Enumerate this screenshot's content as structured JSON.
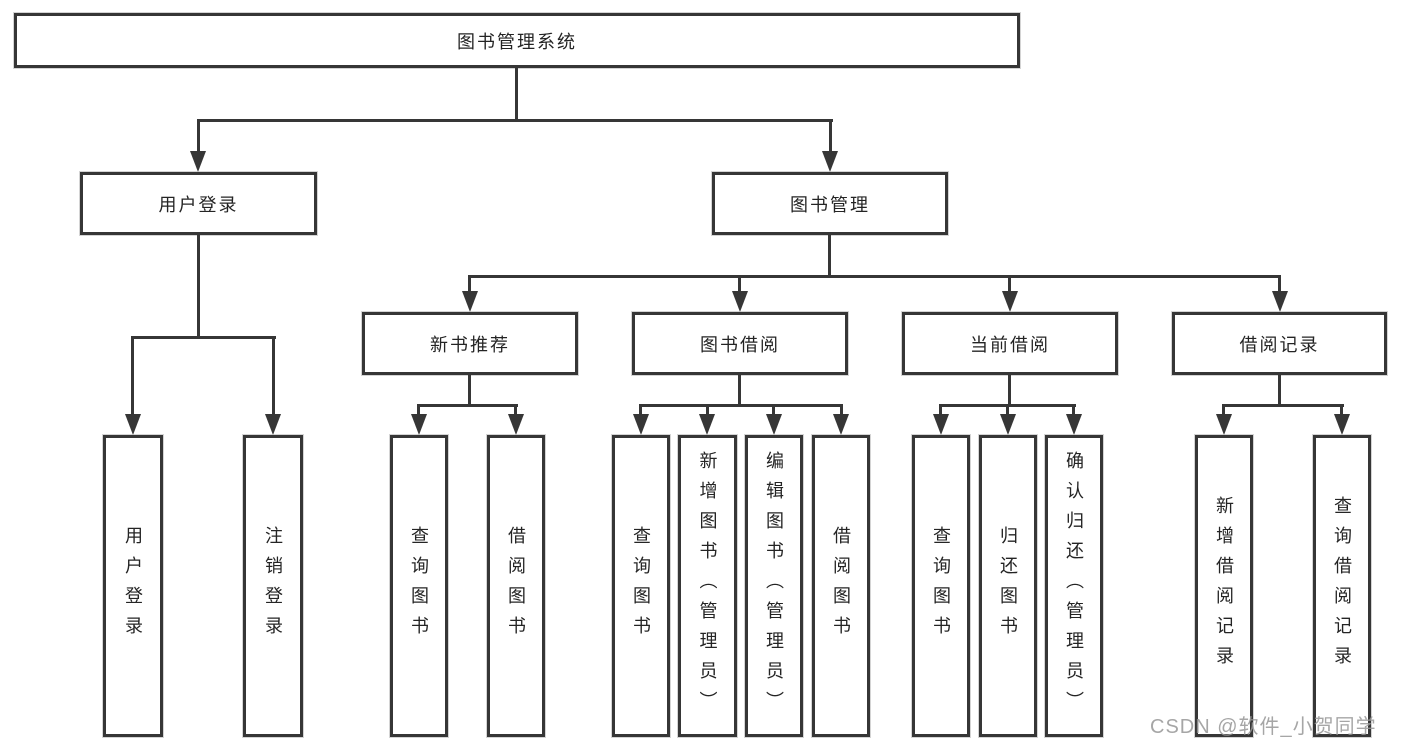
{
  "diagram_type": "hierarchy-tree",
  "tree": {
    "root": {
      "label": "图书管理系统",
      "children": [
        {
          "label": "用户登录",
          "children": [
            {
              "label": "用户登录"
            },
            {
              "label": "注销登录"
            }
          ]
        },
        {
          "label": "图书管理",
          "children": [
            {
              "label": "新书推荐",
              "children": [
                {
                  "label": "查询图书"
                },
                {
                  "label": "借阅图书"
                }
              ]
            },
            {
              "label": "图书借阅",
              "children": [
                {
                  "label": "查询图书"
                },
                {
                  "label": "新增图书（管理员）"
                },
                {
                  "label": "编辑图书（管理员）"
                },
                {
                  "label": "借阅图书"
                }
              ]
            },
            {
              "label": "当前借阅",
              "children": [
                {
                  "label": "查询图书"
                },
                {
                  "label": "归还图书"
                },
                {
                  "label": "确认归还（管理员）"
                }
              ]
            },
            {
              "label": "借阅记录",
              "children": [
                {
                  "label": "新增借阅记录"
                },
                {
                  "label": "查询借阅记录"
                }
              ]
            }
          ]
        }
      ]
    }
  },
  "watermark": {
    "text": "CSDN @软件_小贺同学"
  },
  "colors": {
    "line": "#363636",
    "box_border": "#363636",
    "text": "#242424",
    "watermark": "#969696",
    "background": "#ffffff"
  }
}
